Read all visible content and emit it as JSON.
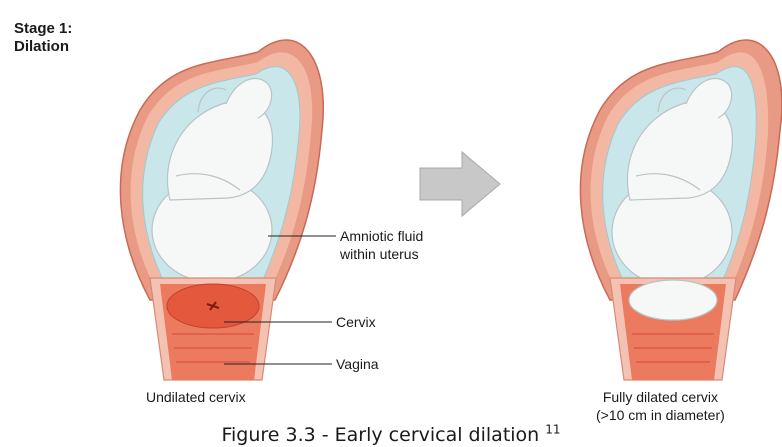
{
  "stage": {
    "line1": "Stage 1:",
    "line2": "Dilation"
  },
  "labels": {
    "amniotic_line1": "Amniotic fluid",
    "amniotic_line2": "within uterus",
    "cervix": "Cervix",
    "vagina": "Vagina",
    "undilated": "Undilated cervix",
    "dilated_line1": "Fully dilated cervix",
    "dilated_line2": "(>10 cm in diameter)"
  },
  "caption": {
    "text": "Figure 3.3 - Early cervical dilation ",
    "footnote": "11"
  },
  "colors": {
    "uterus_wall": "#e99a84",
    "uterus_inner": "#f3b8a4",
    "fluid": "#c9e6ea",
    "baby": "#f6f8f8",
    "cervix": "#e4583e",
    "vagina": "#ec7a5f",
    "arrow": "#c8c8c8"
  },
  "icons": {
    "arrow": "right-arrow-icon"
  }
}
